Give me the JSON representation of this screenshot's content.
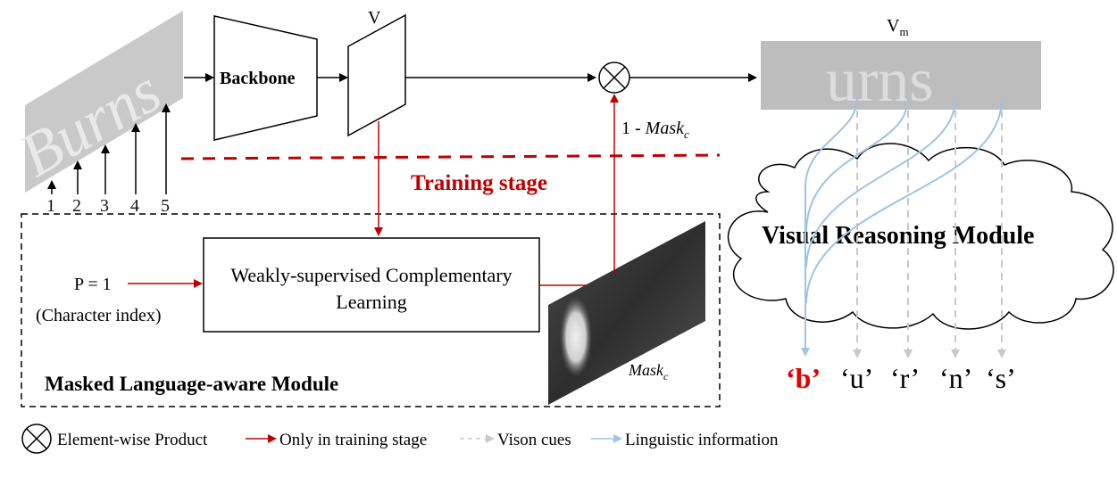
{
  "input": {
    "word": "Burns",
    "position_labels": [
      "1",
      "2",
      "3",
      "4",
      "5"
    ]
  },
  "backbone": {
    "label": "Backbone"
  },
  "feature": {
    "label": "V"
  },
  "masked_feature": {
    "label": "V",
    "subscript": "m",
    "word": "urns"
  },
  "mask_branch": {
    "label": "1 - ",
    "label_italic": "Mask",
    "label_sub": "c"
  },
  "training_stage": {
    "label": "Training stage",
    "color": "#c00000"
  },
  "mlm": {
    "title": "Masked Language-aware Module",
    "p_label": "P = 1",
    "char_index_label": "(Character index)",
    "wcl_line1": "Weakly-supervised Complementary",
    "wcl_line2": "Learning",
    "mask_label": "Mask",
    "mask_sub": "c"
  },
  "vrm": {
    "title": "Visual Reasoning Module"
  },
  "outputs": [
    {
      "text": "‘b’",
      "highlight": true,
      "color": "#e00000"
    },
    {
      "text": "‘u’",
      "highlight": false
    },
    {
      "text": "‘r’",
      "highlight": false
    },
    {
      "text": "‘n’",
      "highlight": false
    },
    {
      "text": "‘s’",
      "highlight": false
    }
  ],
  "legend": {
    "element_wise": "Element-wise Product",
    "training_only": "Only in training stage",
    "vision_cues": "Vison cues",
    "linguistic": "Linguistic information"
  },
  "colors": {
    "red_arrow": "#c00000",
    "vision_cue": "#c8c8c8",
    "linguistic": "#9dc3e6"
  }
}
